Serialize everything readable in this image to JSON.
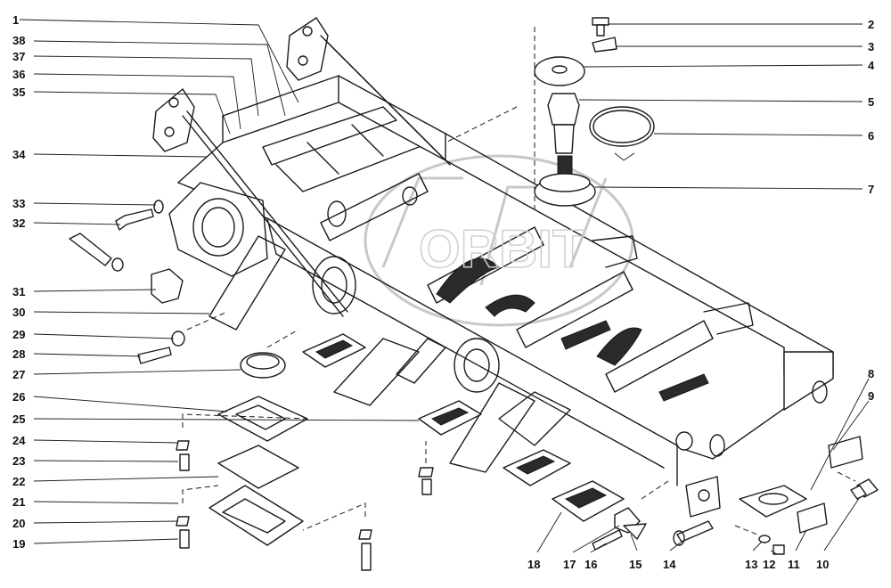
{
  "callouts_left": [
    "1",
    "38",
    "37",
    "36",
    "35",
    "34",
    "33",
    "32",
    "31",
    "30",
    "29",
    "28",
    "27",
    "26",
    "25",
    "24",
    "23",
    "22",
    "21",
    "20",
    "19"
  ],
  "callouts_right": [
    "2",
    "3",
    "4",
    "5",
    "6",
    "7",
    "8",
    "9"
  ],
  "callouts_bottom": [
    "18",
    "17",
    "16",
    "15",
    "14",
    "13",
    "12",
    "11",
    "10"
  ],
  "watermark_text": "ORBIT",
  "colors": {
    "ink": "#1a1a1a",
    "paper": "#ffffff",
    "watermark": "#c8c8c8"
  }
}
